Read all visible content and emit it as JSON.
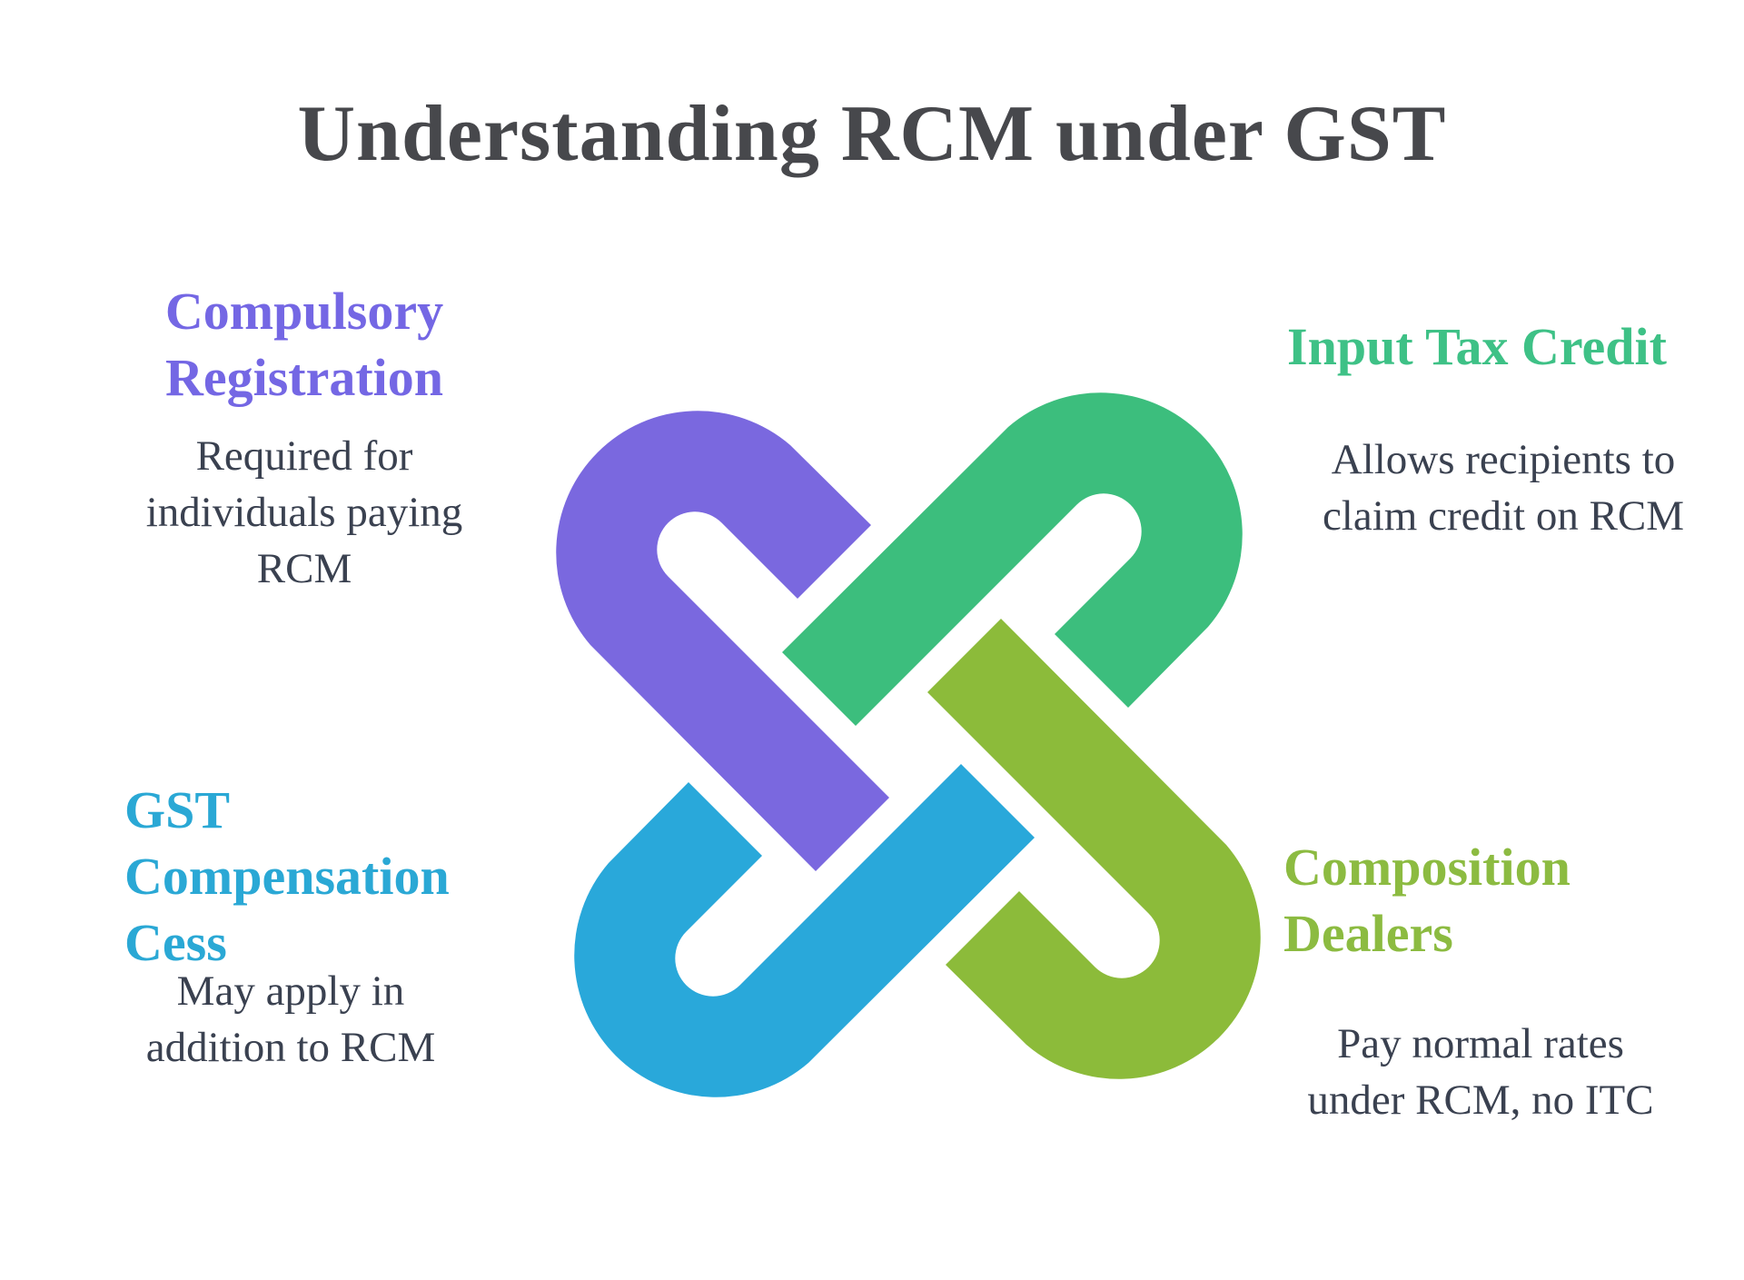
{
  "title": {
    "text": "Understanding RCM under GST",
    "color": "#47484C"
  },
  "knot": {
    "description": "four interlocked hairpin bands",
    "colors": {
      "purple": "#7A68DF",
      "green": "#3CBE7D",
      "olive": "#8CBB3A",
      "blue": "#29A8DA"
    }
  },
  "body_text_color": "#3A4150",
  "sections": [
    {
      "id": "compulsory-registration",
      "heading_lines": [
        "Compulsory",
        "Registration"
      ],
      "heading_color": "#7467E4",
      "body_lines": [
        "Required for",
        "individuals paying",
        "RCM"
      ]
    },
    {
      "id": "input-tax-credit",
      "heading_lines": [
        "Input Tax Credit"
      ],
      "heading_color": "#3EC186",
      "body_lines": [
        "Allows recipients to",
        "claim credit on RCM"
      ]
    },
    {
      "id": "gst-compensation-cess",
      "heading_lines": [
        "GST",
        "Compensation",
        "Cess"
      ],
      "heading_color": "#2AA8D5",
      "body_lines": [
        "May apply in",
        "addition to RCM"
      ]
    },
    {
      "id": "composition-dealers",
      "heading_lines": [
        "Composition",
        "Dealers"
      ],
      "heading_color": "#8CBB41",
      "body_lines": [
        "Pay normal rates",
        "under RCM, no ITC"
      ]
    }
  ]
}
